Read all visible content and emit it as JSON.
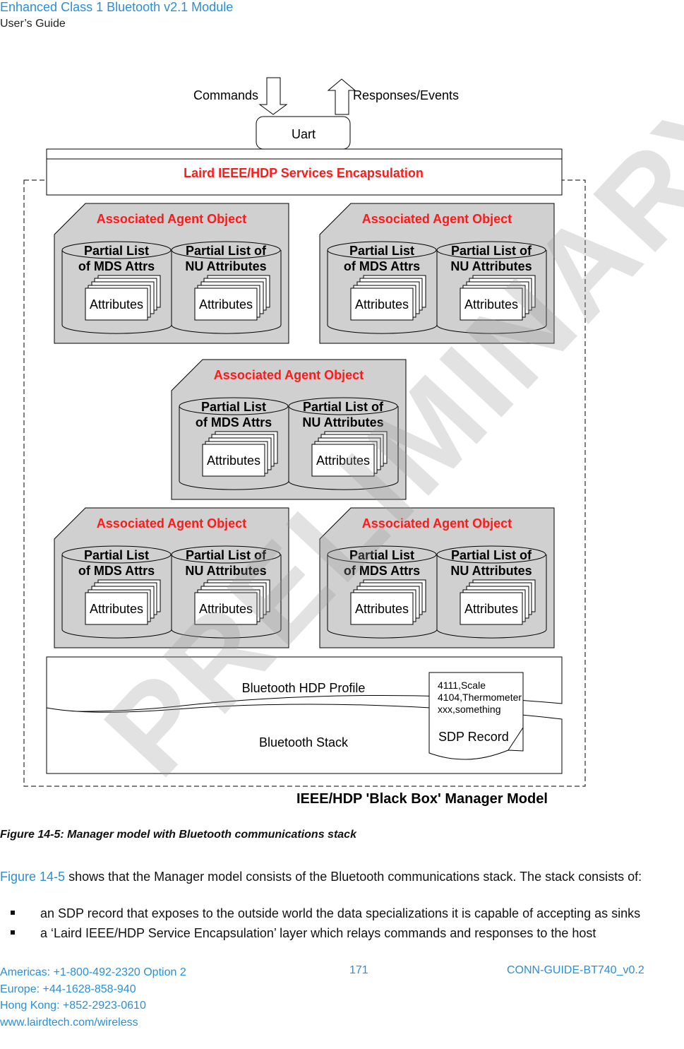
{
  "header": {
    "title": "Enhanced Class 1 Bluetooth v2.1 Module",
    "subtitle": "User’s Guide"
  },
  "diagram": {
    "commands": "Commands",
    "responses": "Responses/Events",
    "uart": "Uart",
    "encapsulation": "Laird IEEE/HDP Services Encapsulation",
    "agent_objects": [
      {
        "title": "Associated Agent Object",
        "mds_line1": "Partial List",
        "mds_line2": "of MDS Attrs",
        "nu_line1": "Partial List of",
        "nu_line2": "NU Attributes",
        "attr_label": "Attributes"
      },
      {
        "title": "Associated Agent Object",
        "mds_line1": "Partial List",
        "mds_line2": "of MDS Attrs",
        "nu_line1": "Partial List of",
        "nu_line2": "NU Attributes",
        "attr_label": "Attributes"
      },
      {
        "title": "Associated Agent Object",
        "mds_line1": "Partial List",
        "mds_line2": "of MDS Attrs",
        "nu_line1": "Partial List of",
        "nu_line2": "NU Attributes",
        "attr_label": "Attributes"
      },
      {
        "title": "Associated Agent Object",
        "mds_line1": "Partial List",
        "mds_line2": "of MDS Attrs",
        "nu_line1": "Partial List of",
        "nu_line2": "NU Attributes",
        "attr_label": "Attributes"
      },
      {
        "title": "Associated Agent Object",
        "mds_line1": "Partial List",
        "mds_line2": "of MDS Attrs",
        "nu_line1": "Partial List of",
        "nu_line2": "NU Attributes",
        "attr_label": "Attributes"
      }
    ],
    "hdp_profile": "Bluetooth HDP Profile",
    "stack": "Bluetooth Stack",
    "sdp_lines": [
      "4111,Scale",
      "4104,Thermometer",
      "xxx,something"
    ],
    "sdp_record": "SDP Record",
    "model_label": "IEEE/HDP 'Black Box'  Manager Model"
  },
  "figure_caption": "Figure 14-5: Manager model with Bluetooth communications stack",
  "body": {
    "figure_ref": "Figure 14-5",
    "intro_rest": " shows that the Manager model consists of the Bluetooth communications stack. The stack consists of:",
    "bullets": [
      "an SDP record that exposes to the outside world the data specializations it is capable of accepting as sinks",
      "a ‘Laird IEEE/HDP Service Encapsulation’ layer which relays commands and responses to the host"
    ]
  },
  "footer": {
    "americas": "Americas: +1-800-492-2320 Option 2",
    "europe": "Europe: +44-1628-858-940",
    "hongkong": "Hong Kong: +852-2923-0610",
    "web": "www.lairdtech.com/wireless",
    "page": "171",
    "doc_id": "CONN-GUIDE-BT740_v0.2"
  },
  "watermark": "PRELIMINARY",
  "colors": {
    "accent": "#2a8fd6",
    "red": "#ff1a1a",
    "box_fill": "#d0d0d0"
  }
}
